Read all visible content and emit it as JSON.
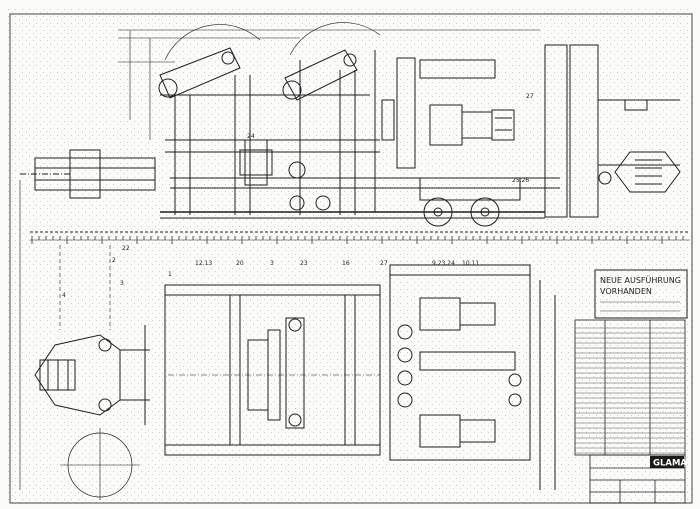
{
  "title_block": {
    "logo": "GLAMA",
    "stamp_line1": "NEUE AUSFÜHRUNG",
    "stamp_line2": "VORHANDEN"
  },
  "callouts": {
    "c_27": "27",
    "c_2526": "25.26",
    "c_1": "1",
    "c_2": "2",
    "c_3": "3",
    "c_4": "4",
    "c_1213": "12.13",
    "c_20": "20",
    "c_23": "23",
    "c_16": "16",
    "c_27b": "27",
    "c_1011": "10.11",
    "c_92324": "9.23.24",
    "c_3a": "3",
    "c_24": "24",
    "c_22": "22"
  },
  "colors": {
    "ink": "#1f1f1f",
    "paper": "#fbfbfa",
    "logo_bg": "#1a1a1a"
  }
}
